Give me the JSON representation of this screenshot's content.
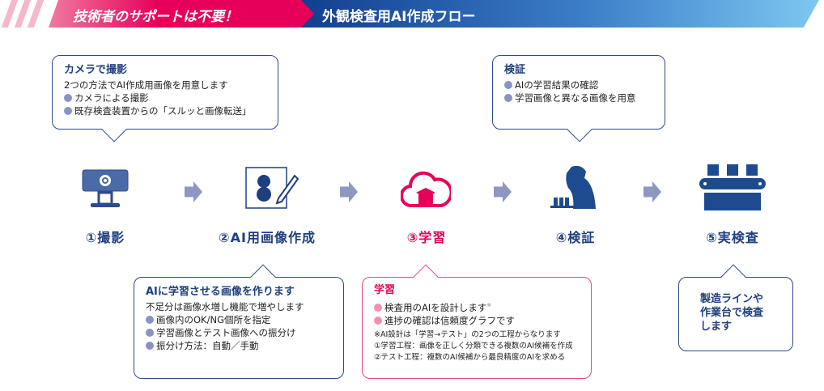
{
  "banner": {
    "left": "技術者のサポートは不要！",
    "right": "外観検査用AI作成フロー"
  },
  "steps": [
    {
      "label": "①撮影",
      "icon": "camera-icon"
    },
    {
      "label": "②AI用画像作成",
      "icon": "drawing-icon"
    },
    {
      "label": "③学習",
      "icon": "cloud-learning-icon"
    },
    {
      "label": "④検証",
      "icon": "inspector-icon"
    },
    {
      "label": "⑤実検査",
      "icon": "conveyor-icon"
    }
  ],
  "callouts": {
    "shoot": {
      "title": "カメラで撮影",
      "lead": "2つの方法でAI作成用画像を用意します",
      "items": [
        "カメラによる撮影",
        "既存検査装置からの「スルッと画像転送」"
      ]
    },
    "verify": {
      "title": "検証",
      "items": [
        "AIの学習結果の確認",
        "学習画像と異なる画像を用意"
      ]
    },
    "create": {
      "title": "AIに学習させる画像を作ります",
      "lead": "不足分は画像水増し機能で増やします",
      "items": [
        "画像内のOK/NG個所を指定",
        "学習画像とテスト画像への振分け",
        "振分け方法：自動／手動"
      ]
    },
    "learn": {
      "title": "学習",
      "items": [
        "検査用のAIを設計します",
        "進捗の確認は信頼度グラフです"
      ],
      "mark": "※",
      "notes": [
        "※AI設計は「学習→テスト」の2つの工程からなります",
        "①学習工程：画像を正しく分類できる複数のAI候補を作成",
        "②テスト工程：複数のAI候補から最良精度のAIを求める"
      ]
    },
    "inspect": {
      "text": "製造ラインや作業台で検査します"
    }
  },
  "colors": {
    "navy": "#1e3f80",
    "pink": "#e6005a",
    "arrow": "#8d97c4"
  }
}
